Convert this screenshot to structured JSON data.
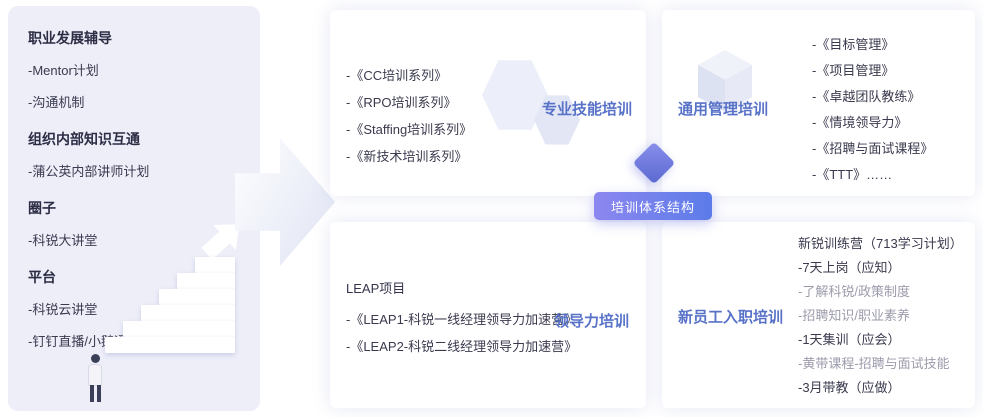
{
  "left_panel": {
    "sections": [
      {
        "heading": "职业发展辅导",
        "items": [
          "-Mentor计划",
          "-沟通机制"
        ]
      },
      {
        "heading": "组织内部知识互通",
        "items": [
          "-蒲公英内部讲师计划"
        ]
      },
      {
        "heading": "圈子",
        "items": [
          "-科锐大讲堂"
        ]
      },
      {
        "heading": "平台",
        "items": [
          "-科锐云讲堂",
          "-钉钉直播/小鹅通直播"
        ]
      }
    ]
  },
  "center": {
    "badge_label": "培训体系结构"
  },
  "quadrants": {
    "professional": {
      "title": "专业技能培训",
      "items": [
        "-《CC培训系列》",
        "-《RPO培训系列》",
        "-《Staffing培训系列》",
        "-《新技术培训系列》"
      ]
    },
    "management": {
      "title": "通用管理培训",
      "items": [
        "-《目标管理》",
        "-《项目管理》",
        "-《卓越团队教练》",
        "-《情境领导力》",
        "-《招聘与面试课程》",
        "-《TTT》……"
      ]
    },
    "leadership": {
      "title": "领导力培训",
      "subtitle": "LEAP项目",
      "items": [
        "-《LEAP1-科锐一线经理领导力加速营》",
        "-《LEAP2-科锐二线经理领导力加速营》"
      ]
    },
    "onboarding": {
      "title": "新员工入职培训",
      "subtitle": "新锐训练营（713学习计划）",
      "items": [
        "-7天上岗（应知）",
        "-了解科锐/政策制度",
        "-招聘知识/职业素养",
        "-1天集训（应会）",
        "-黄带课程-招聘与面试技能",
        "-3月带教（应做）"
      ]
    }
  },
  "colors": {
    "panel_bg": "#edeef8",
    "card_bg": "#ffffff",
    "title_blue": "#5872c8",
    "badge_gradient_start": "#8c87ef",
    "badge_gradient_end": "#5c7ce9",
    "text_dark": "#3a3a4e",
    "text_muted": "#9b9bab"
  }
}
